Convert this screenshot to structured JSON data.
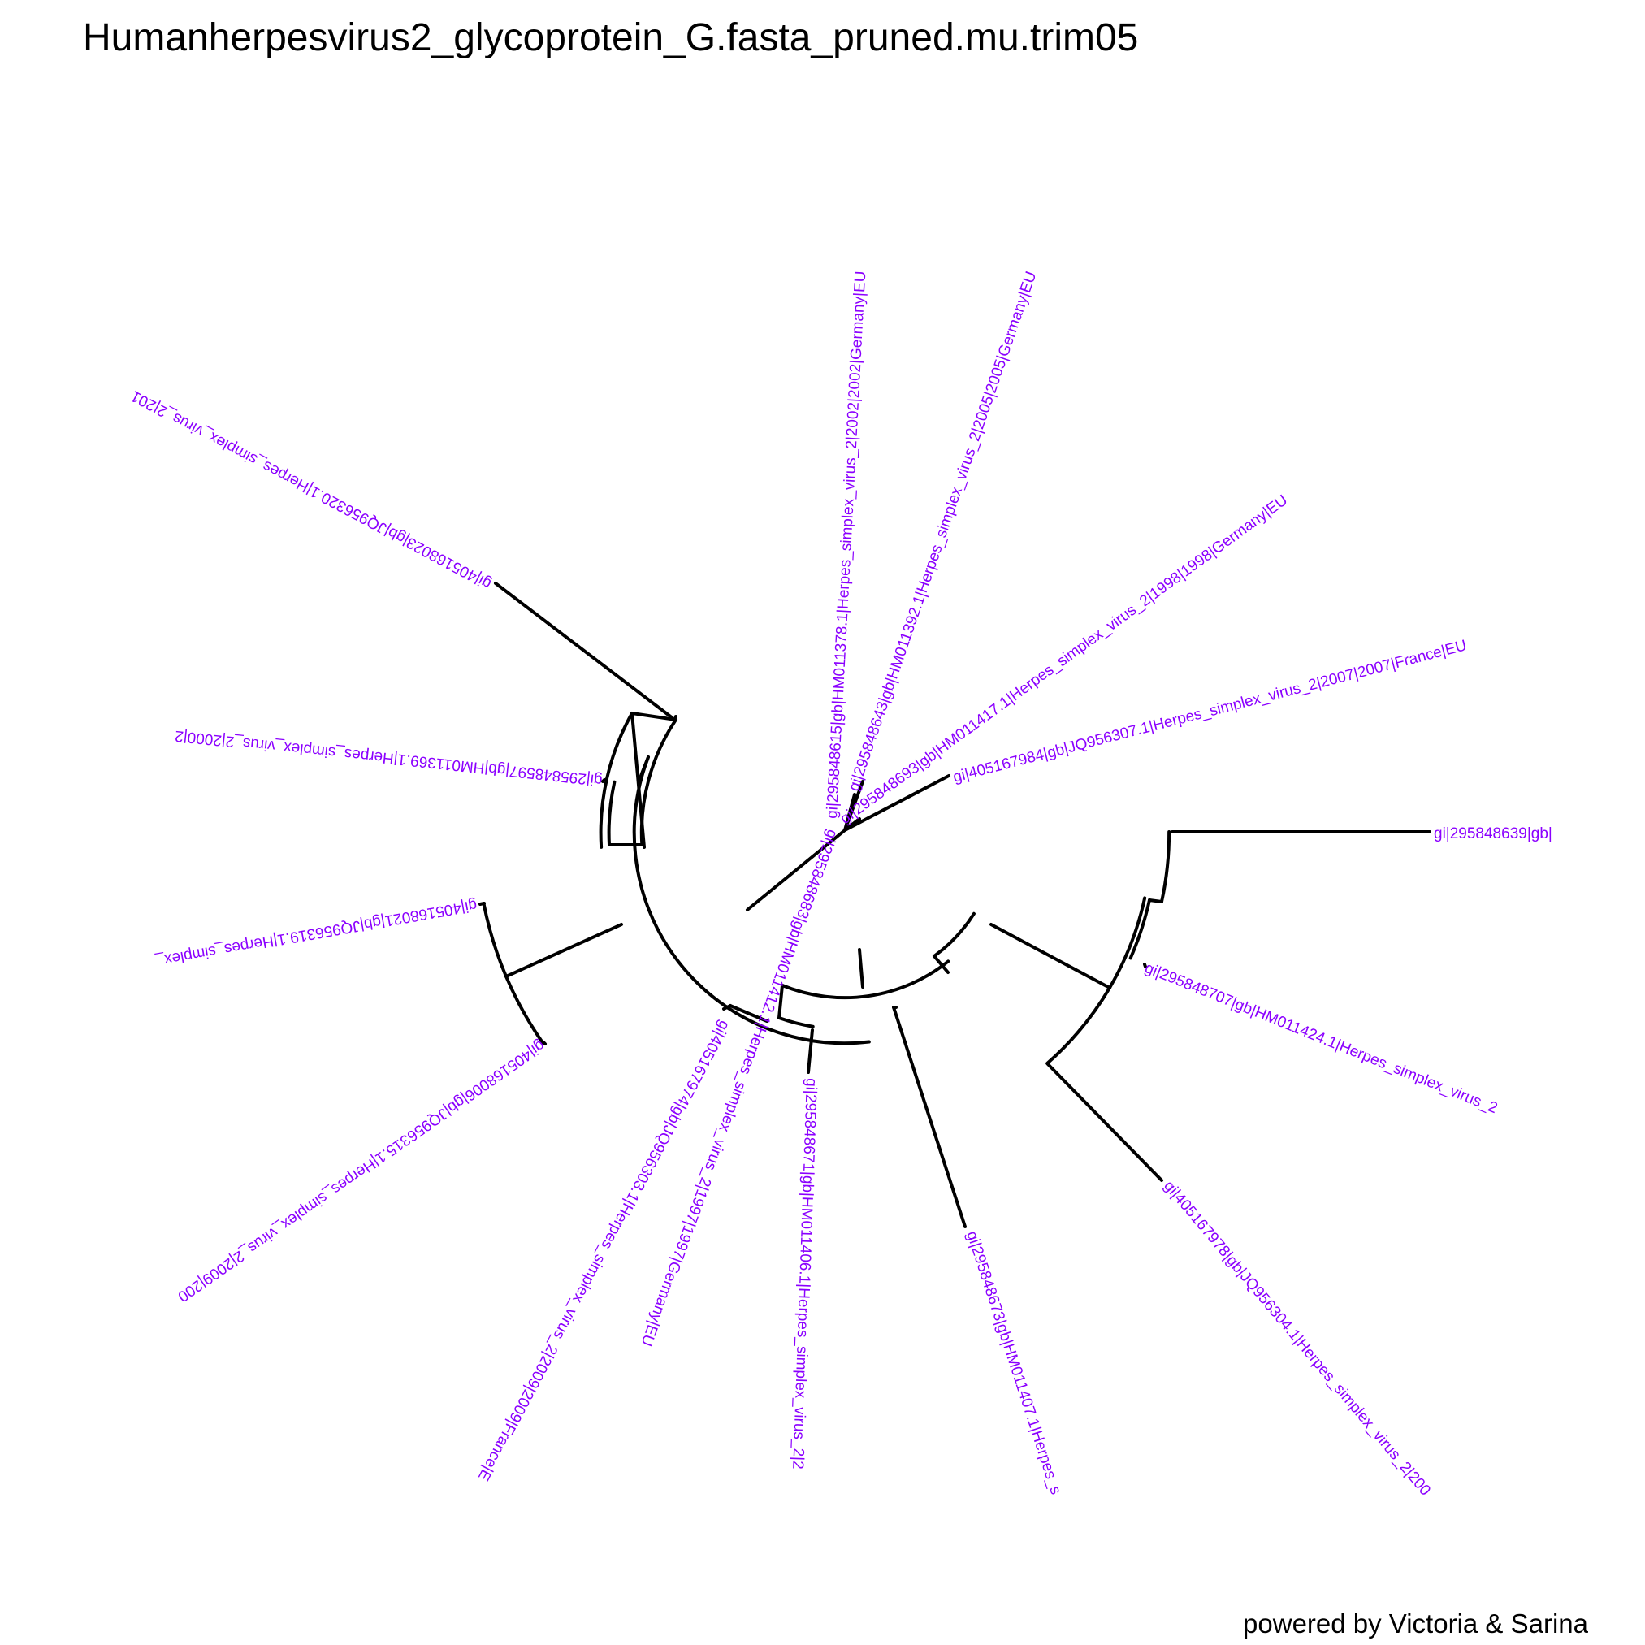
{
  "title": "Humanherpesvirus2_glycoprotein_G.fasta_pruned.mu.trim05",
  "credit": "powered by Victoria & Sarina",
  "colors": {
    "branch": "#000000",
    "label": "#8B00FF",
    "text": "#000000"
  },
  "tree": {
    "layout": "circular",
    "tips": [
      {
        "id": "t_jq956307",
        "label": "gi|405167984|gb|JQ956307.1|Herpes_simplex_virus_2|2007|2007|France|EU"
      },
      {
        "id": "t_hm011417",
        "label": "gi|295848693|gb|HM011417.1|Herpes_simplex_virus_2|1998|1998|Germany|EU"
      },
      {
        "id": "t_hm011392",
        "label": "gi|295848643|gb|HM011392.1|Herpes_simplex_virus_2|2005|2005|Germany|EU"
      },
      {
        "id": "t_hm011378",
        "label": "gi|295848615|gb|HM011378.1|Herpes_simplex_virus_2|2002|2002|Germany|EU"
      },
      {
        "id": "t_hm011412",
        "label": "gi|295848683|gb|HM011412.1|Herpes_simplex_virus_2|1997|1997|Germany|EU"
      },
      {
        "id": "t_jq956320",
        "label": "gi|405168023|gb|JQ956320.1|Herpes_simplex_virus_2|201"
      },
      {
        "id": "t_hm011369",
        "label": "gi|295848597|gb|HM011369.1|Herpes_simplex_virus_2|2000|2"
      },
      {
        "id": "t_jq956319",
        "label": "gi|405168021|gb|JQ956319.1|Herpes_simplex_"
      },
      {
        "id": "t_jq956315",
        "label": "gi|405168006|gb|JQ956315.1|Herpes_simplex_virus_2|2009|200"
      },
      {
        "id": "t_jq956303",
        "label": "gi|405167974|gb|JQ956303.1|Herpes_simplex_virus_2|2009|2009|France|E"
      },
      {
        "id": "t_hm011406",
        "label": "gi|295848671|gb|HM011406.1|Herpes_simplex_virus_2|2"
      },
      {
        "id": "t_hm011407",
        "label": "gi|295848673|gb|HM011407.1|Herpes_s"
      },
      {
        "id": "t_jq956304",
        "label": "gi|405167978|gb|JQ956304.1|Herpes_simplex_virus_2|200"
      },
      {
        "id": "t_hm011424",
        "label": "gi|295848707|gb|HM011424.1|Herpes_simplex_virus_2"
      },
      {
        "id": "t_hm011371",
        "label": "gi|295848639|gb|"
      }
    ]
  }
}
